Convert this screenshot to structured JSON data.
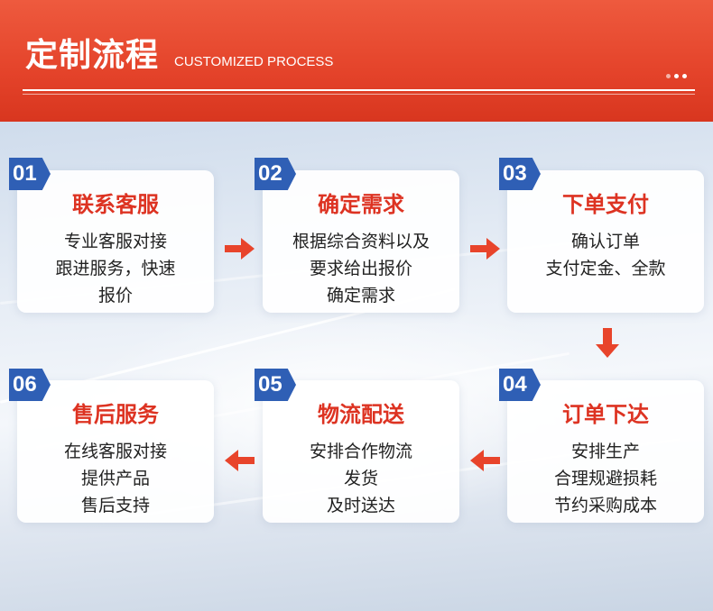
{
  "header": {
    "title": "定制流程",
    "subtitle": "CUSTOMIZED PROCESS"
  },
  "colors": {
    "accent": "#e4432a",
    "badge": "#2f5fb5",
    "title_red": "#dd3322",
    "arrow": "#e8442b"
  },
  "steps": [
    {
      "num": "01",
      "title": "联系客服",
      "lines": [
        "专业客服对接",
        "跟进服务，快速",
        "报价"
      ]
    },
    {
      "num": "02",
      "title": "确定需求",
      "lines": [
        "根据综合资料以及",
        "要求给出报价",
        "确定需求"
      ]
    },
    {
      "num": "03",
      "title": "下单支付",
      "lines": [
        "确认订单",
        "支付定金、全款"
      ]
    },
    {
      "num": "04",
      "title": "订单下达",
      "lines": [
        "安排生产",
        "合理规避损耗",
        "节约采购成本"
      ]
    },
    {
      "num": "05",
      "title": "物流配送",
      "lines": [
        "安排合作物流",
        "发货",
        "及时送达"
      ]
    },
    {
      "num": "06",
      "title": "售后服务",
      "lines": [
        "在线客服对接",
        "提供产品",
        "售后支持"
      ]
    }
  ],
  "icons": {
    "arrow_right": "arrow-right-icon",
    "arrow_down": "arrow-down-icon"
  }
}
